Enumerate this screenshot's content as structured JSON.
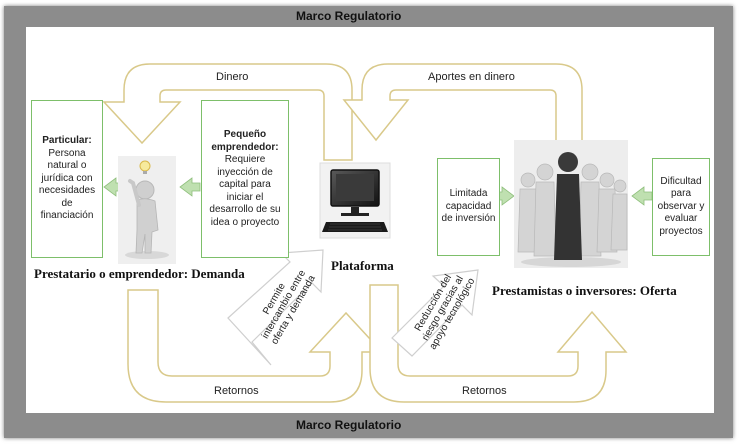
{
  "frame": {
    "top_label": "Marco Regulatorio",
    "bottom_label": "Marco Regulatorio"
  },
  "arrows": {
    "top_left": "Dinero",
    "top_right": "Aportes en dinero",
    "bottom_left": "Retornos",
    "bottom_right": "Retornos"
  },
  "demand": {
    "particular_title": "Particular",
    "particular_text": "Persona natural o jurídica con necesidades de financiación",
    "small_title": "Pequeño emprendedor:",
    "small_text": "Requiere inyección de capital para iniciar el desarrollo de su idea o proyecto",
    "label": "Prestatario o emprendedor: Demanda"
  },
  "platform": {
    "label": "Plataforma"
  },
  "supply": {
    "limited_text": "Limitada capacidad de inversión",
    "difficulty_text": "Dificultad para observar y evaluar proyectos",
    "label": "Prestamistas o inversores: Oferta"
  },
  "diag_arrows": {
    "left_text": "Permite intercambio entre oferta y demanda",
    "right_text": "Reducción del riesgo gracias al apoyo tecnológico"
  },
  "colors": {
    "frame": "#8c8c8c",
    "arrow_fill": "#ffffff",
    "arrow_stroke": "#d9c98a",
    "box_border": "#7dbf6a",
    "small_arrow": "#bfe0b0"
  }
}
